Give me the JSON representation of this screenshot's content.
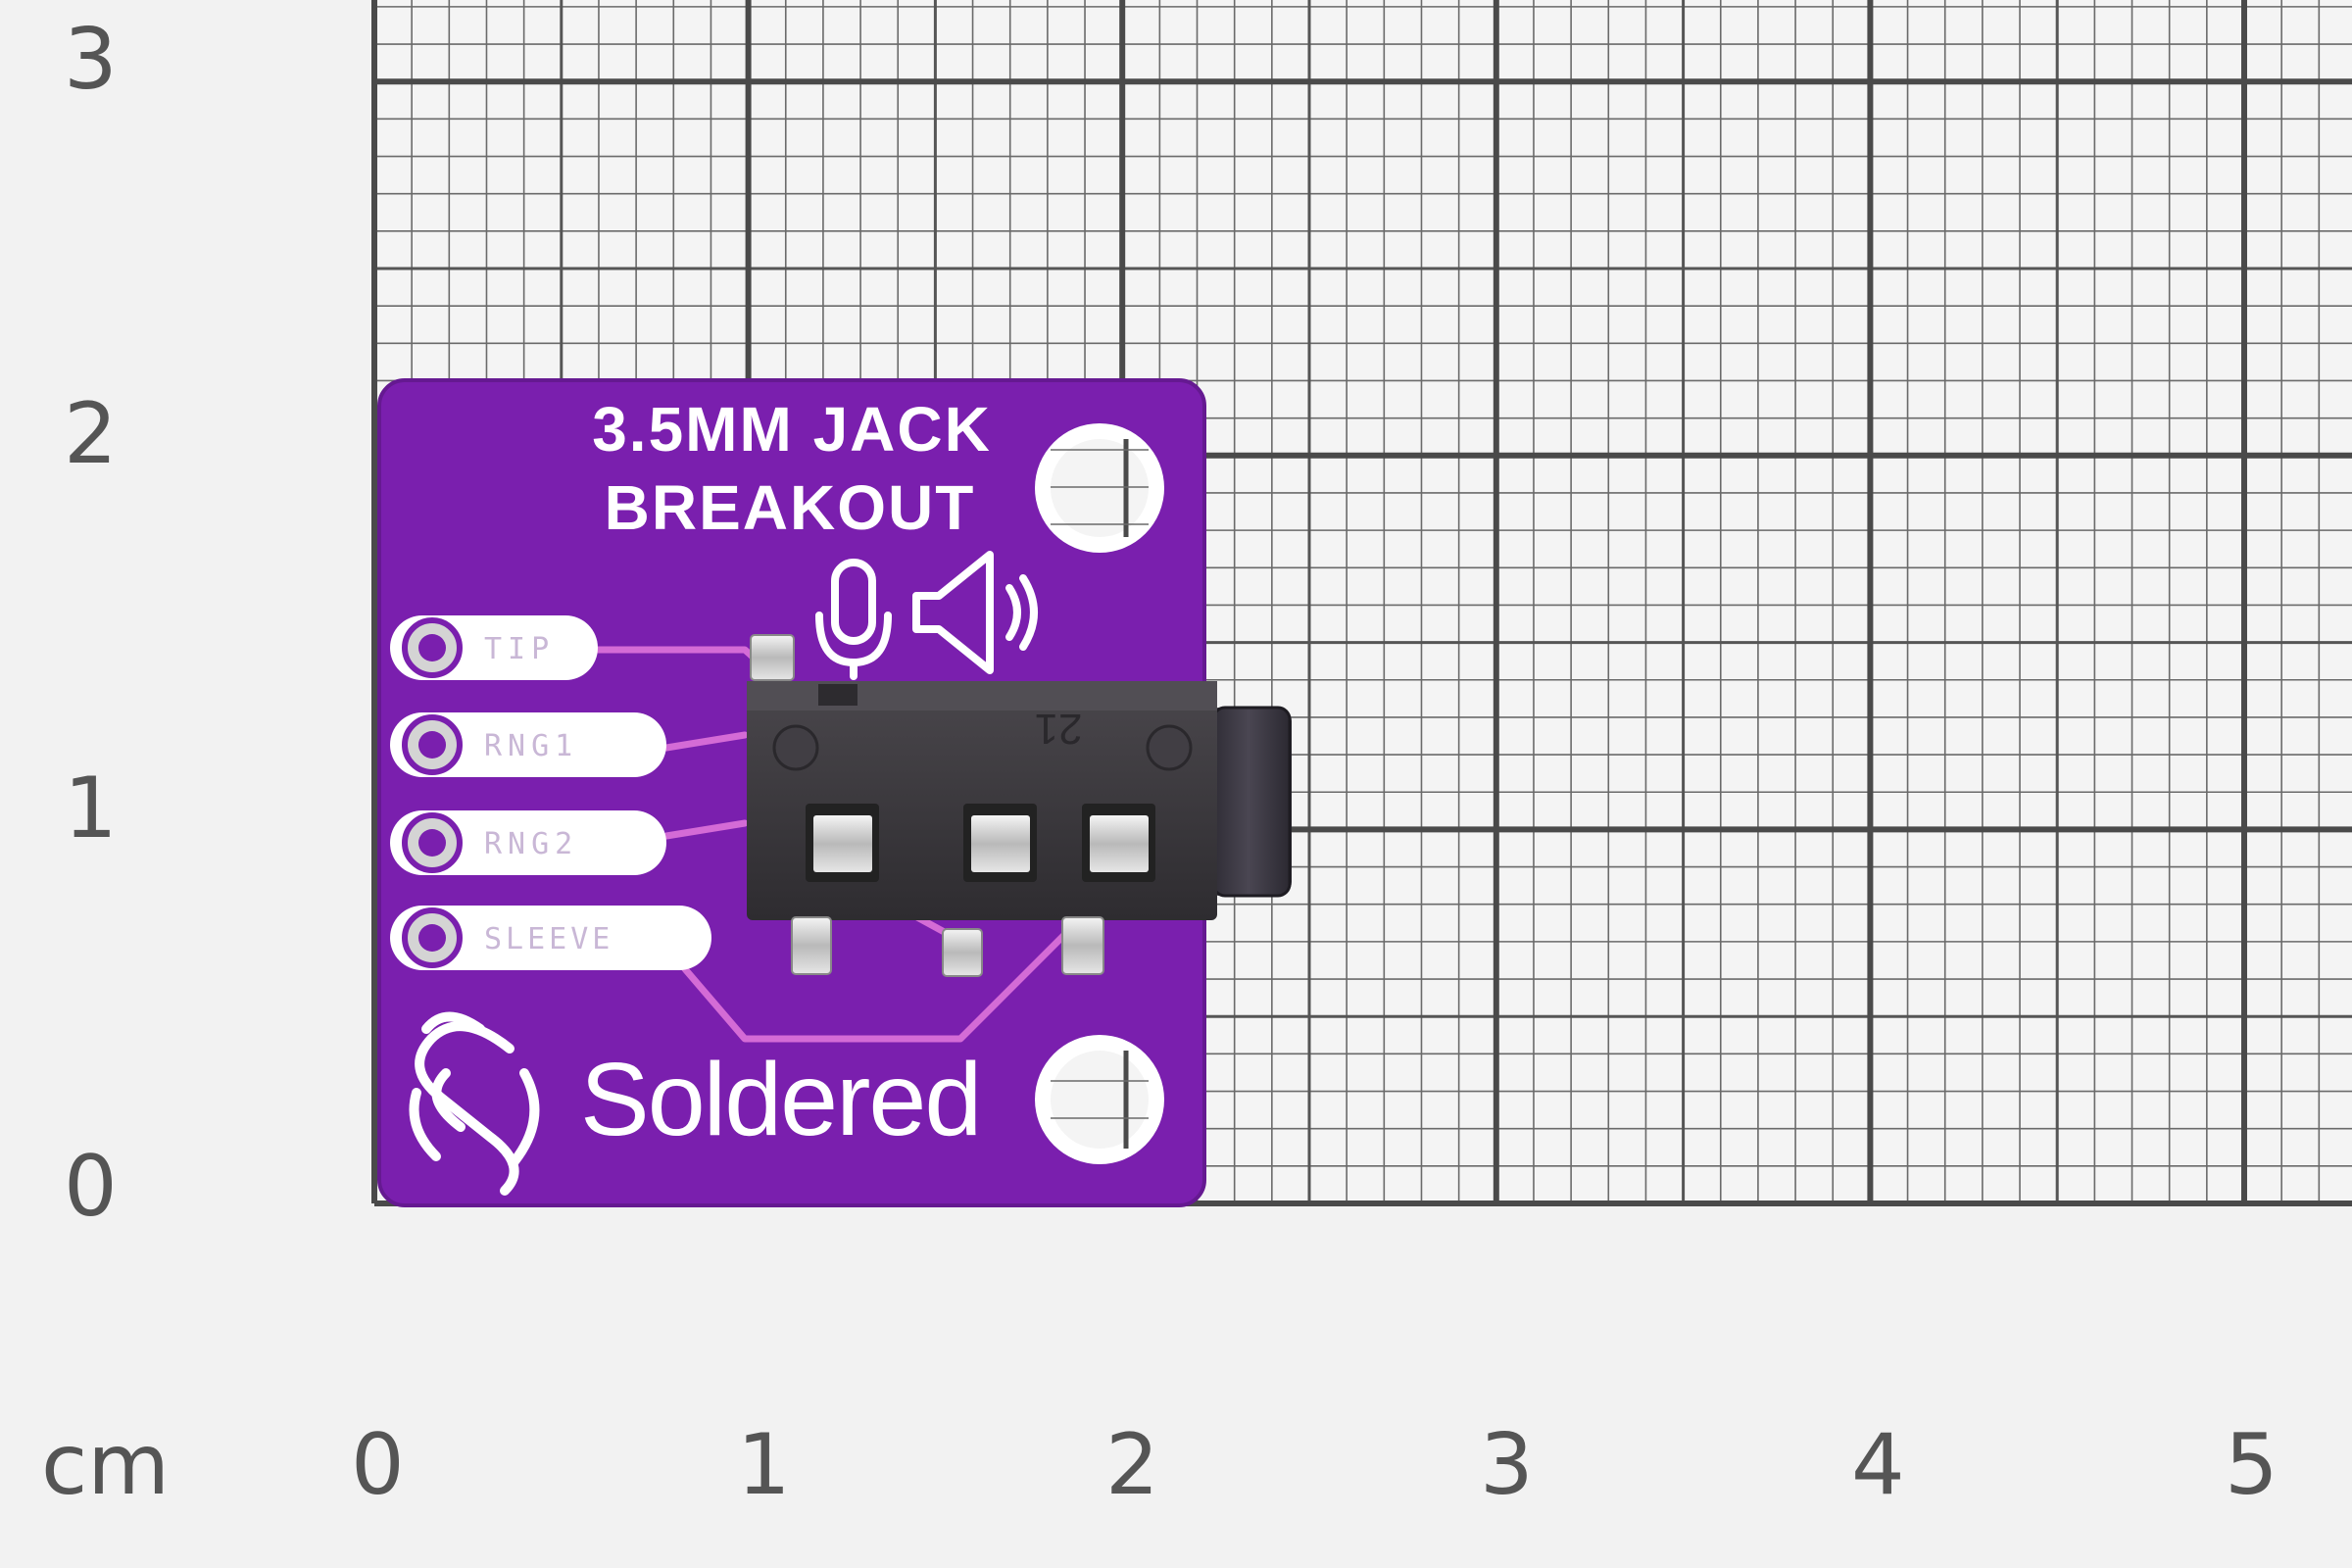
{
  "ruler": {
    "unit": "cm",
    "x_labels": [
      "0",
      "1",
      "2",
      "3",
      "4",
      "5"
    ],
    "y_labels": [
      "3",
      "2",
      "1",
      "0"
    ]
  },
  "board": {
    "title_line1": "3.5MM JACK",
    "title_line2": "BREAKOUT",
    "brand": "Soldered",
    "pin_labels": [
      "TIP",
      "RNG1",
      "RNG2",
      "SLEEVE"
    ],
    "jack_marking": "21",
    "colors": {
      "pcb": "#7a1fae",
      "trace": "#d46bd6",
      "silkscreen": "#ffffff",
      "connector": "#3c3a3e"
    },
    "icons": [
      "microphone-icon",
      "speaker-icon",
      "soldered-logo-icon"
    ]
  }
}
